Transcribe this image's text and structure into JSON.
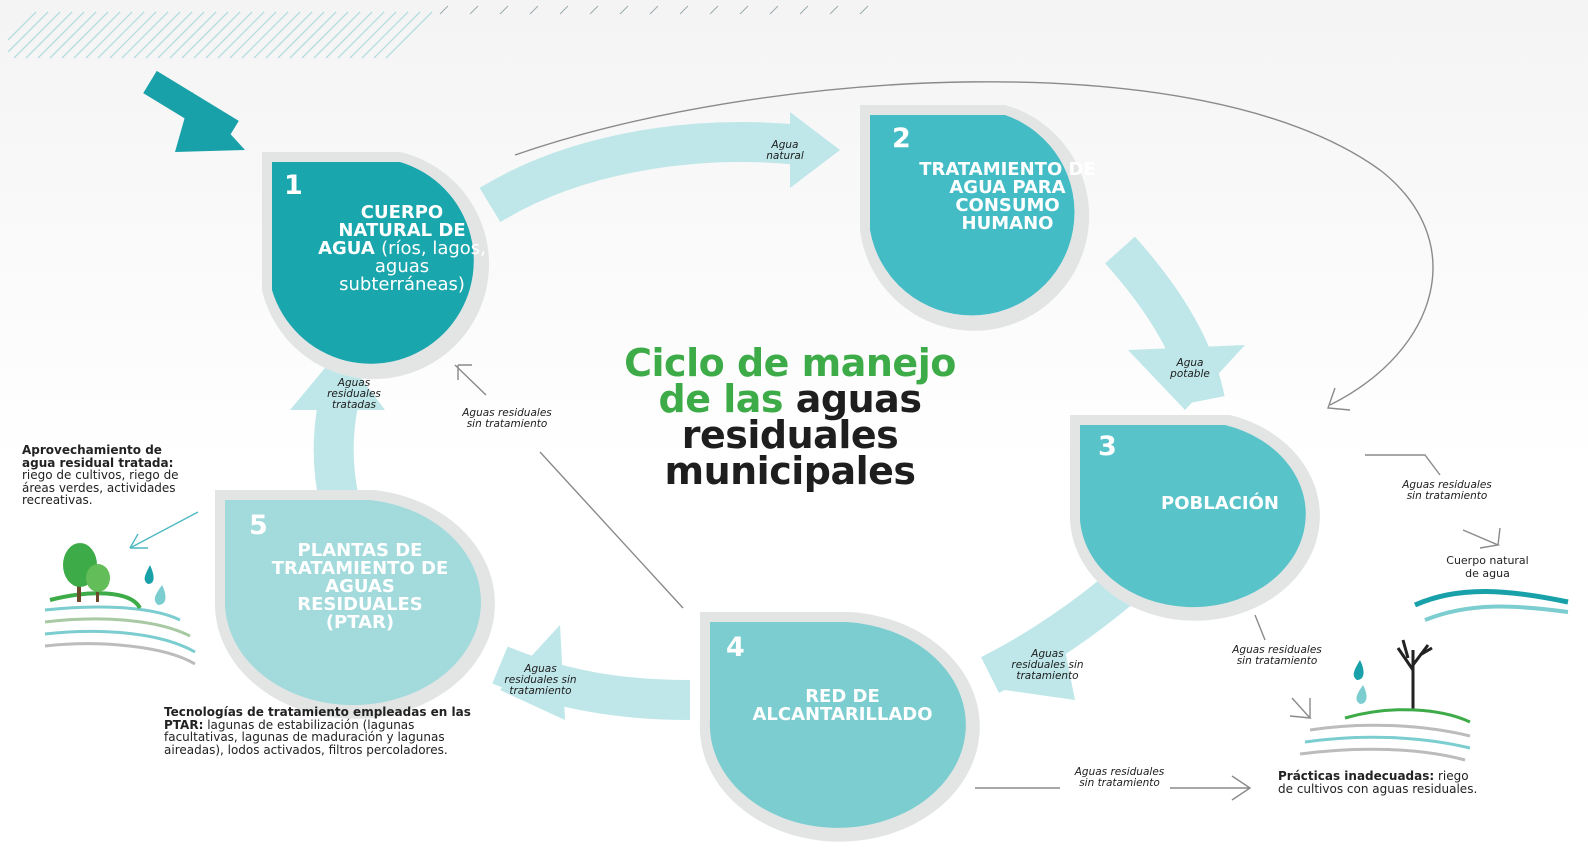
{
  "title": {
    "line1": "Ciclo de manejo",
    "line2_green": "de las",
    "line2_dark": "aguas",
    "line3": "residuales",
    "line4": "municipales"
  },
  "nodes": [
    {
      "number": "1",
      "title_bold": "CUERPO NATURAL DE AGUA",
      "title_rest": "(ríos, lagos, aguas subterráneas)",
      "color": "#1aa6ad"
    },
    {
      "number": "2",
      "title_bold": "TRATAMIENTO DE AGUA PARA CONSUMO HUMANO",
      "color": "#43bcc5"
    },
    {
      "number": "3",
      "title_bold": "POBLACIÓN",
      "color": "#58c3c9"
    },
    {
      "number": "4",
      "title_bold": "RED DE ALCANTARILLADO",
      "color": "#7ccdd0"
    },
    {
      "number": "5",
      "title_bold": "PLANTAS DE TRATAMIENTO DE AGUAS RESIDUALES (PTAR)",
      "color": "#a3dadc"
    }
  ],
  "flows": {
    "agua_natural": "Agua natural",
    "agua_potable": "Agua potable",
    "pob_red": "Aguas residuales sin tratamiento",
    "red_ptar": "Aguas residuales sin tratamiento",
    "ptar_cuerpo": "Aguas residuales tratadas",
    "red_cuerpo": "Aguas residuales sin tratamiento",
    "pob_right": "Aguas residuales sin tratamiento",
    "pob_down": "Aguas residuales sin tratamiento",
    "red_right": "Aguas residuales sin tratamiento"
  },
  "labels": {
    "cuerpo_natural": "Cuerpo natural de agua",
    "aprovechamiento_bold": "Aprovechamiento de agua residual tratada:",
    "aprovechamiento_text": "riego de cultivos, riego de áreas verdes, actividades recreativas.",
    "tecnologias_bold": "Tecnologías de tratamiento empleadas en las PTAR:",
    "tecnologias_text": "lagunas de estabilización (lagunas facultativas, lagunas de maduración y lagunas aireadas), lodos activados, filtros percoladores.",
    "practicas_bold": "Prácticas inadecuadas:",
    "practicas_text": "riego de cultivos con aguas residuales."
  },
  "icons": [
    "entry-arrow-icon",
    "tree-icon",
    "water-drops-icon",
    "field-icon",
    "waves-icon",
    "dead-tree-icon"
  ]
}
